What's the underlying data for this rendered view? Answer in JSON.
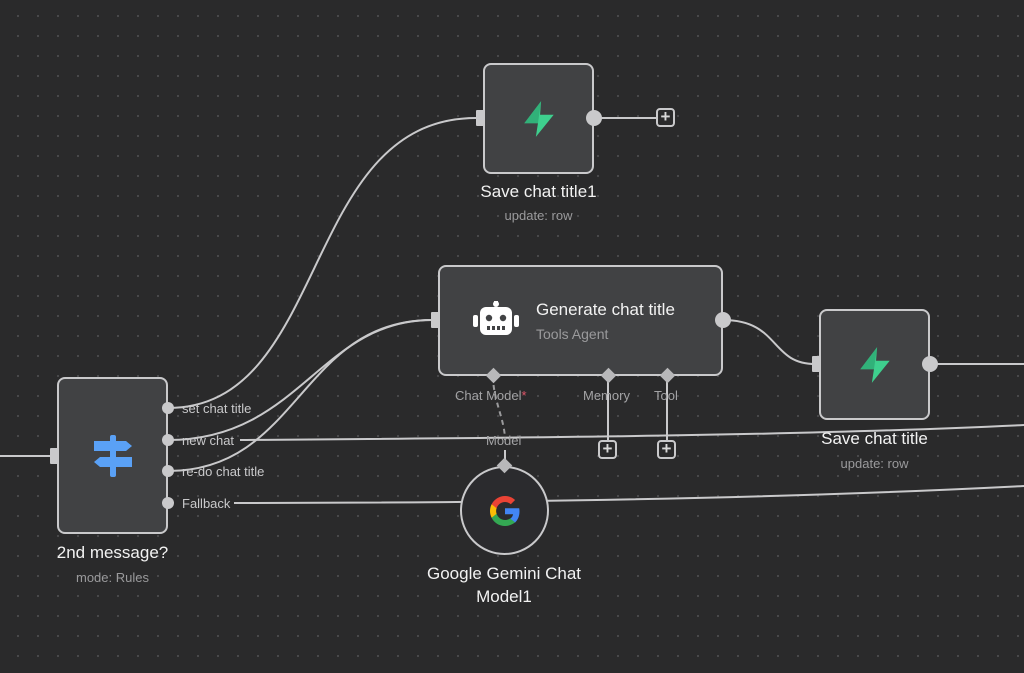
{
  "nodes": {
    "save_chat_title1": {
      "title": "Save chat title1",
      "subtitle": "update: row",
      "icon": "supabase-icon"
    },
    "generate_chat_title": {
      "title": "Generate chat title",
      "subtitle": "Tools Agent",
      "icon": "robot-icon"
    },
    "save_chat_title": {
      "title": "Save chat title",
      "subtitle": "update: row",
      "icon": "supabase-icon"
    },
    "second_message": {
      "title": "2nd message?",
      "subtitle": "mode: Rules",
      "icon": "signpost-icon",
      "outputs": [
        "set chat title",
        "new chat",
        "re-do chat title",
        "Fallback"
      ]
    },
    "gemini": {
      "title_line1": "Google Gemini Chat",
      "title_line2": "Model1",
      "icon": "google-icon"
    }
  },
  "agent_ports": {
    "chat_model": "Chat Model",
    "chat_model_required": "*",
    "memory": "Memory",
    "tool": "Tool"
  },
  "gemini_port_label": "Model",
  "plus_symbol": "+",
  "colors": {
    "canvas_bg": "#2a2a2b",
    "node_bg": "#414244",
    "node_border": "#c9c9cb",
    "supabase_green": "#3ecf8e",
    "signpost_blue": "#5aa1f6",
    "required_red": "#e0566a"
  }
}
